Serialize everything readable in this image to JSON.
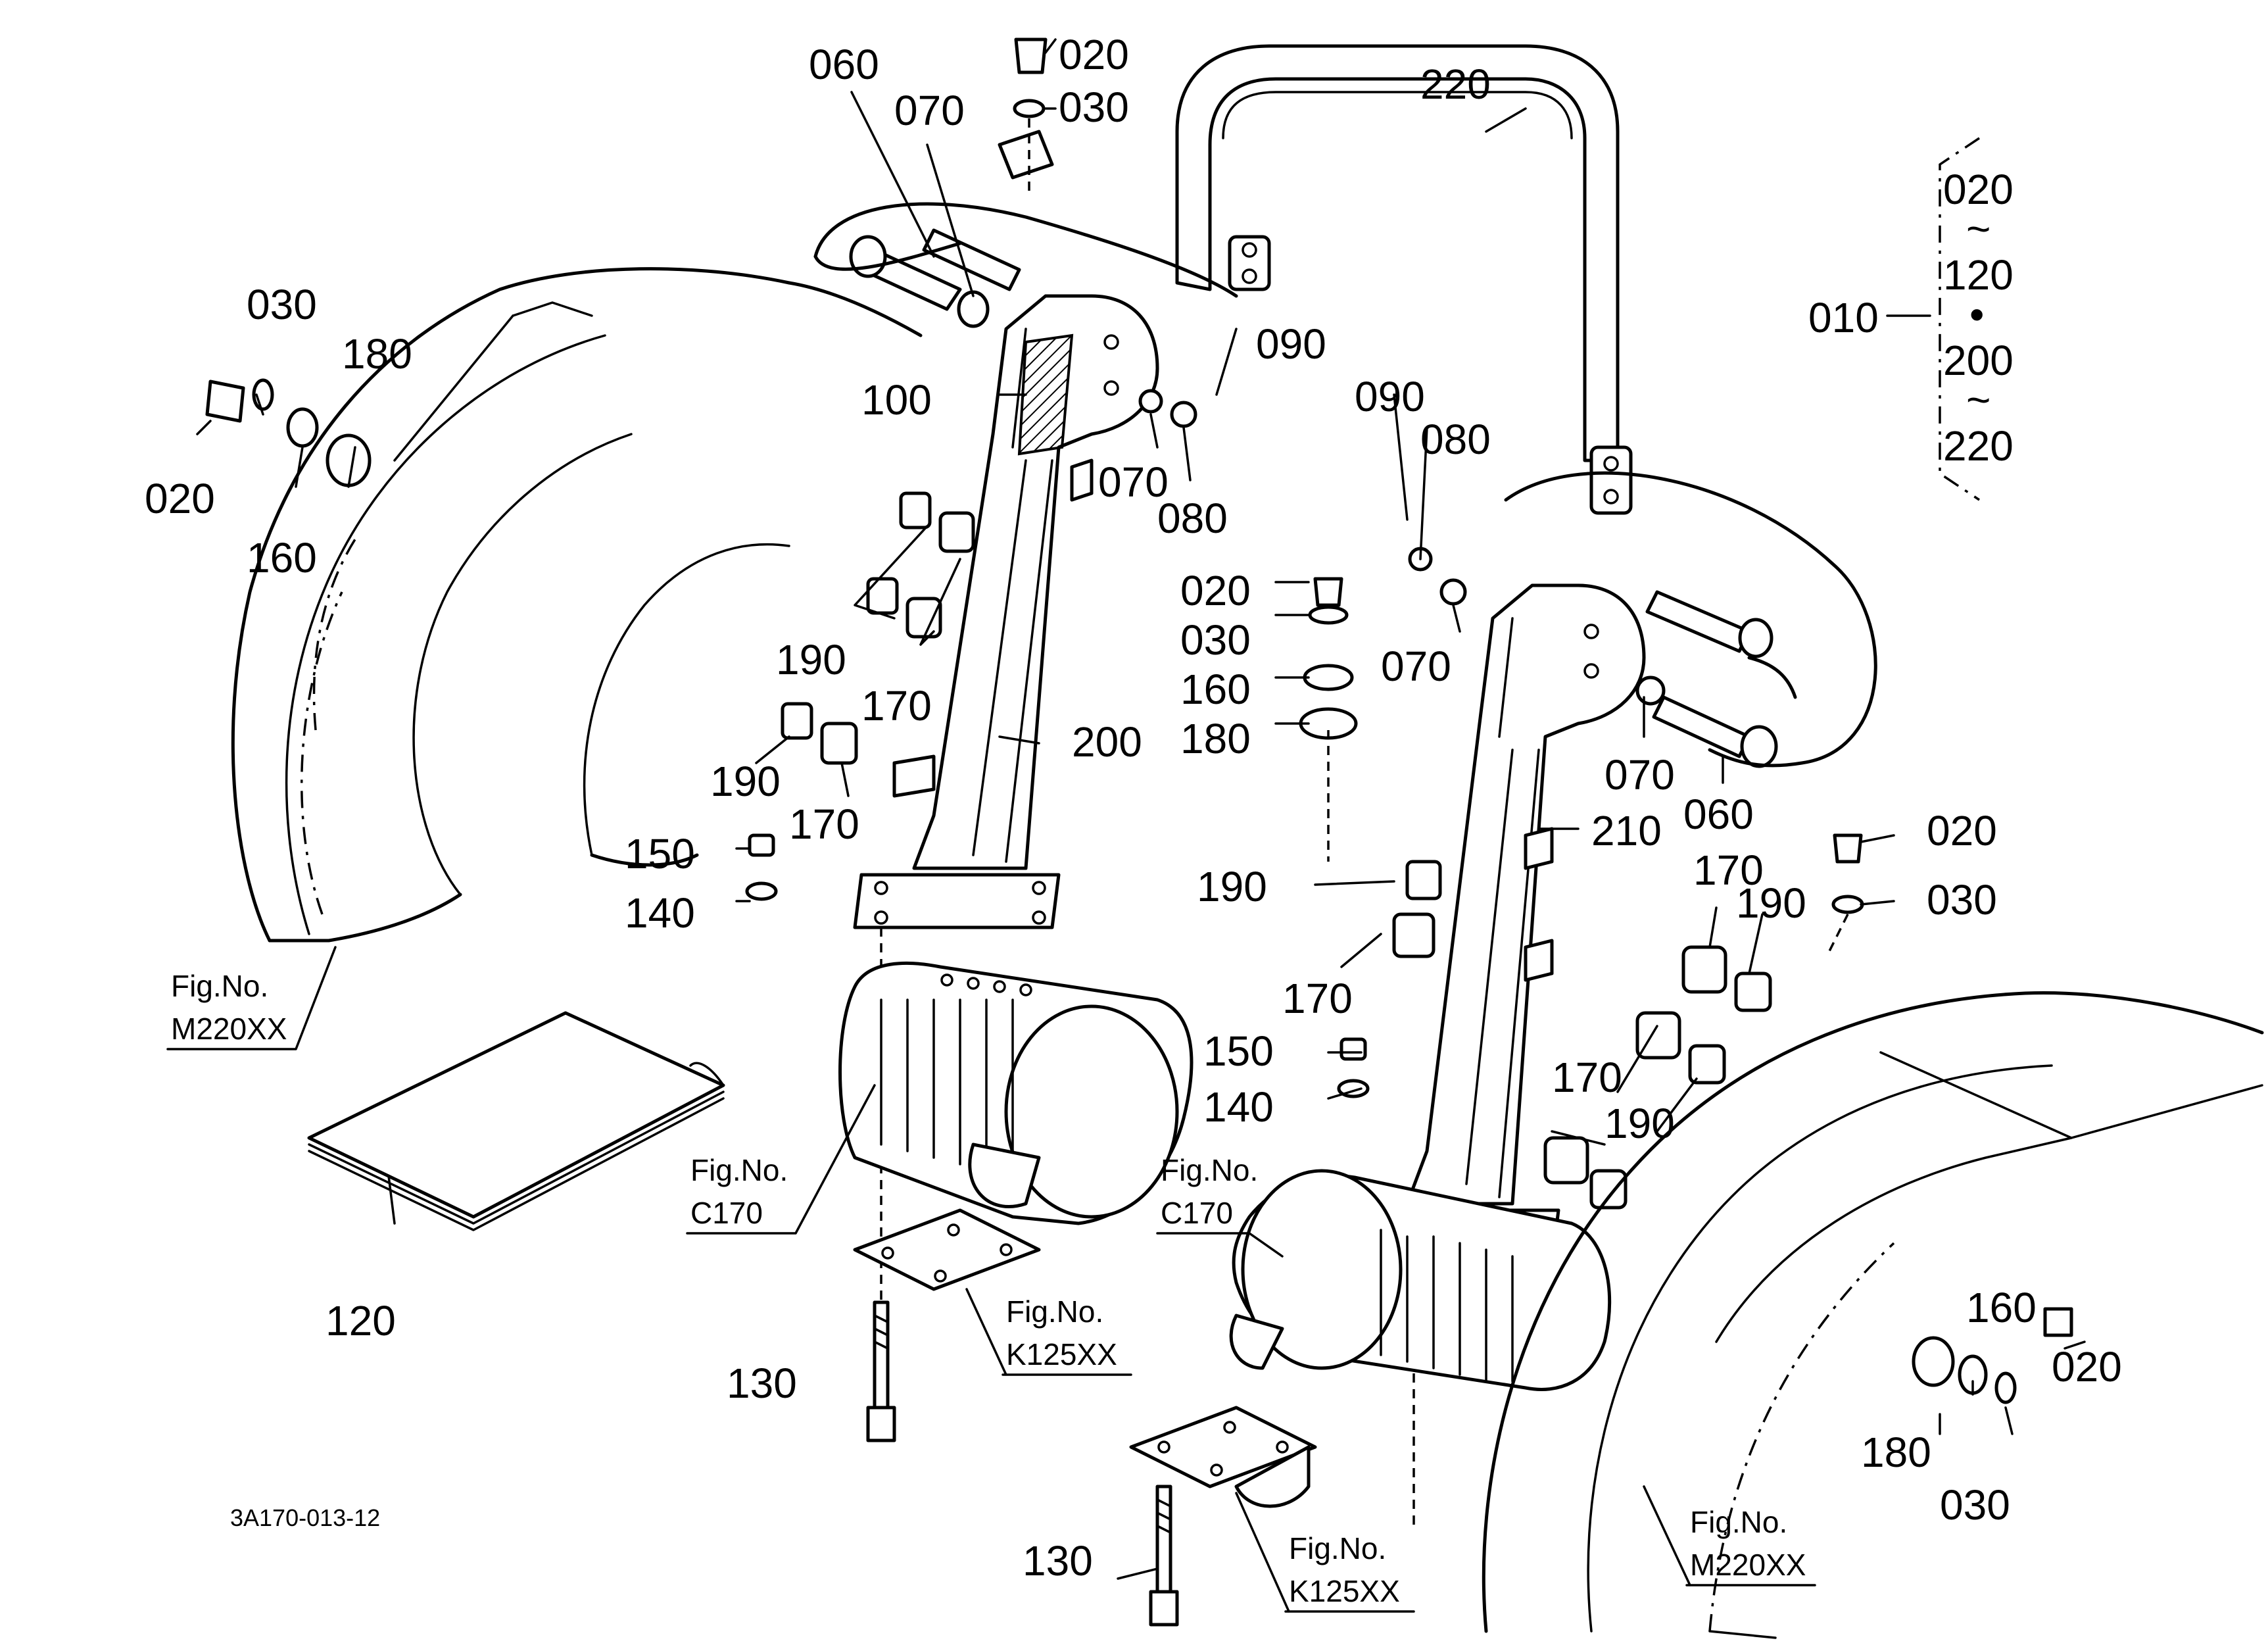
{
  "callouts": {
    "c060a": "060",
    "c070a": "070",
    "c020a": "020",
    "c030a": "030",
    "c220": "220",
    "c030b": "030",
    "c180a": "180",
    "c020b": "020",
    "c160a": "160",
    "c100": "100",
    "c090a": "090",
    "c070b": "070",
    "c080a": "080",
    "c190a": "190",
    "c170a": "170",
    "c200": "200",
    "c190b": "190",
    "c170b": "170",
    "c150a": "150",
    "c140a": "140",
    "c090b": "090",
    "c080b": "080",
    "c070c": "070",
    "c020c": "020",
    "c030c": "030",
    "c160b": "160",
    "c180b": "180",
    "c070d": "070",
    "c060b": "060",
    "c210": "210",
    "c190c": "190",
    "c170c": "170",
    "c190d": "190",
    "c020d": "020",
    "c030d": "030",
    "c170d": "170",
    "c150b": "150",
    "c140b": "140",
    "c170e": "170",
    "c190e": "190",
    "c120": "120",
    "c130a": "130",
    "c130b": "130",
    "c180c": "180",
    "c160c": "160",
    "c020e": "020",
    "c030e": "030"
  },
  "bracket_group": {
    "key": "010",
    "lines": [
      "020",
      "~",
      "120",
      "•",
      "200",
      "~",
      "220"
    ]
  },
  "figure_refs": [
    {
      "id": "ref1",
      "line1": "Fig.No.",
      "line2": "M220XX"
    },
    {
      "id": "ref2",
      "line1": "Fig.No.",
      "line2": "C170"
    },
    {
      "id": "ref3",
      "line1": "Fig.No.",
      "line2": "K125XX"
    },
    {
      "id": "ref4",
      "line1": "Fig.No.",
      "line2": "C170"
    },
    {
      "id": "ref5",
      "line1": "Fig.No.",
      "line2": "K125XX"
    },
    {
      "id": "ref6",
      "line1": "Fig.No.",
      "line2": "M220XX"
    }
  ],
  "drawing_code": "3A170-013-12"
}
